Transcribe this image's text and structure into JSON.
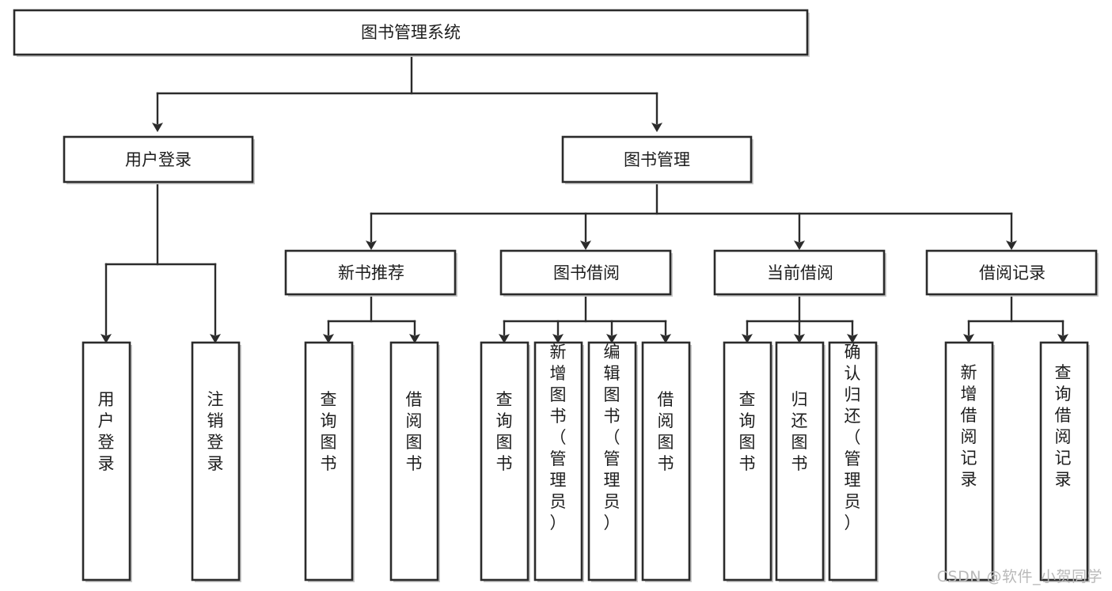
{
  "diagram": {
    "type": "tree-hierarchy",
    "title": "图书管理系统",
    "root": {
      "id": "root",
      "label": "图书管理系统",
      "orientation": "horizontal"
    },
    "level2": [
      {
        "id": "user-login",
        "label": "用户登录",
        "orientation": "horizontal"
      },
      {
        "id": "book-management",
        "label": "图书管理",
        "orientation": "horizontal"
      }
    ],
    "level3": [
      {
        "id": "new-book-recommend",
        "label": "新书推荐",
        "orientation": "horizontal",
        "parent": "book-management"
      },
      {
        "id": "book-borrow",
        "label": "图书借阅",
        "orientation": "horizontal",
        "parent": "book-management"
      },
      {
        "id": "current-borrow",
        "label": "当前借阅",
        "orientation": "horizontal",
        "parent": "book-management"
      },
      {
        "id": "borrow-record",
        "label": "借阅记录",
        "orientation": "horizontal",
        "parent": "book-management"
      }
    ],
    "leaves": [
      {
        "id": "leaf-user-login",
        "label": "用户登录",
        "orientation": "vertical",
        "parent": "user-login"
      },
      {
        "id": "leaf-user-logout",
        "label": "注销登录",
        "orientation": "vertical",
        "parent": "user-login"
      },
      {
        "id": "leaf-query-book-1",
        "label": "查询图书",
        "orientation": "vertical",
        "parent": "new-book-recommend"
      },
      {
        "id": "leaf-borrow-book-1",
        "label": "借阅图书",
        "orientation": "vertical",
        "parent": "new-book-recommend"
      },
      {
        "id": "leaf-query-book-2",
        "label": "查询图书",
        "orientation": "vertical",
        "parent": "book-borrow"
      },
      {
        "id": "leaf-add-book",
        "label": "新增图书（管理员）",
        "orientation": "vertical",
        "parent": "book-borrow"
      },
      {
        "id": "leaf-edit-book",
        "label": "编辑图书（管理员）",
        "orientation": "vertical",
        "parent": "book-borrow"
      },
      {
        "id": "leaf-borrow-book-2",
        "label": "借阅图书",
        "orientation": "vertical",
        "parent": "book-borrow"
      },
      {
        "id": "leaf-query-book-3",
        "label": "查询图书",
        "orientation": "vertical",
        "parent": "current-borrow"
      },
      {
        "id": "leaf-return-book",
        "label": "归还图书",
        "orientation": "vertical",
        "parent": "current-borrow"
      },
      {
        "id": "leaf-confirm-return",
        "label": "确认归还（管理员）",
        "orientation": "vertical",
        "parent": "current-borrow"
      },
      {
        "id": "leaf-add-record",
        "label": "新增借阅记录",
        "orientation": "vertical",
        "parent": "borrow-record"
      },
      {
        "id": "leaf-query-record",
        "label": "查询借阅记录",
        "orientation": "vertical",
        "parent": "borrow-record"
      }
    ],
    "colors": {
      "box_fill": "#ffffff",
      "box_stroke": "#2b2b2b",
      "text": "#1d1d1d",
      "background": "#ffffff",
      "watermark": "#b9b9b9"
    }
  },
  "watermark": {
    "text": "CSDN @软件_小贺同学"
  }
}
